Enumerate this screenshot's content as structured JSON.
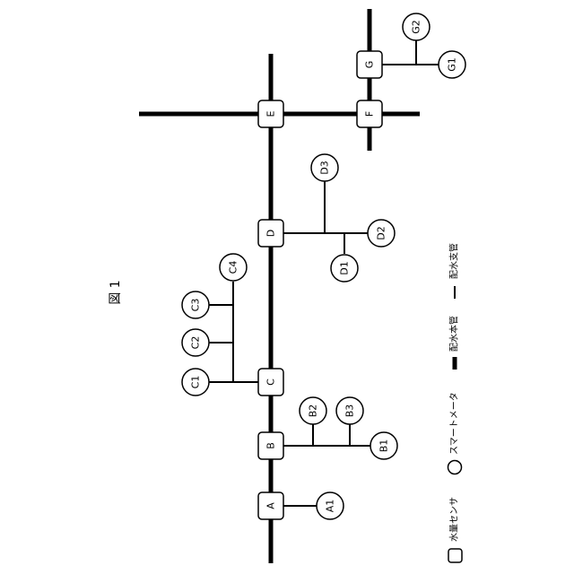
{
  "figure_title": "図 1",
  "nodes": {
    "A": "A",
    "B": "B",
    "C": "C",
    "D": "D",
    "E": "E",
    "F": "F",
    "G": "G",
    "A1": "A1",
    "B1": "B1",
    "B2": "B2",
    "B3": "B3",
    "C1": "C1",
    "C2": "C2",
    "C3": "C3",
    "C4": "C4",
    "D1": "D1",
    "D2": "D2",
    "D3": "D3",
    "G1": "G1",
    "G2": "G2"
  },
  "legend": {
    "sensor": "水量センサ",
    "meter": "スマートメータ",
    "main_pipe": "配水本管",
    "branch_pipe": "配水支管"
  }
}
